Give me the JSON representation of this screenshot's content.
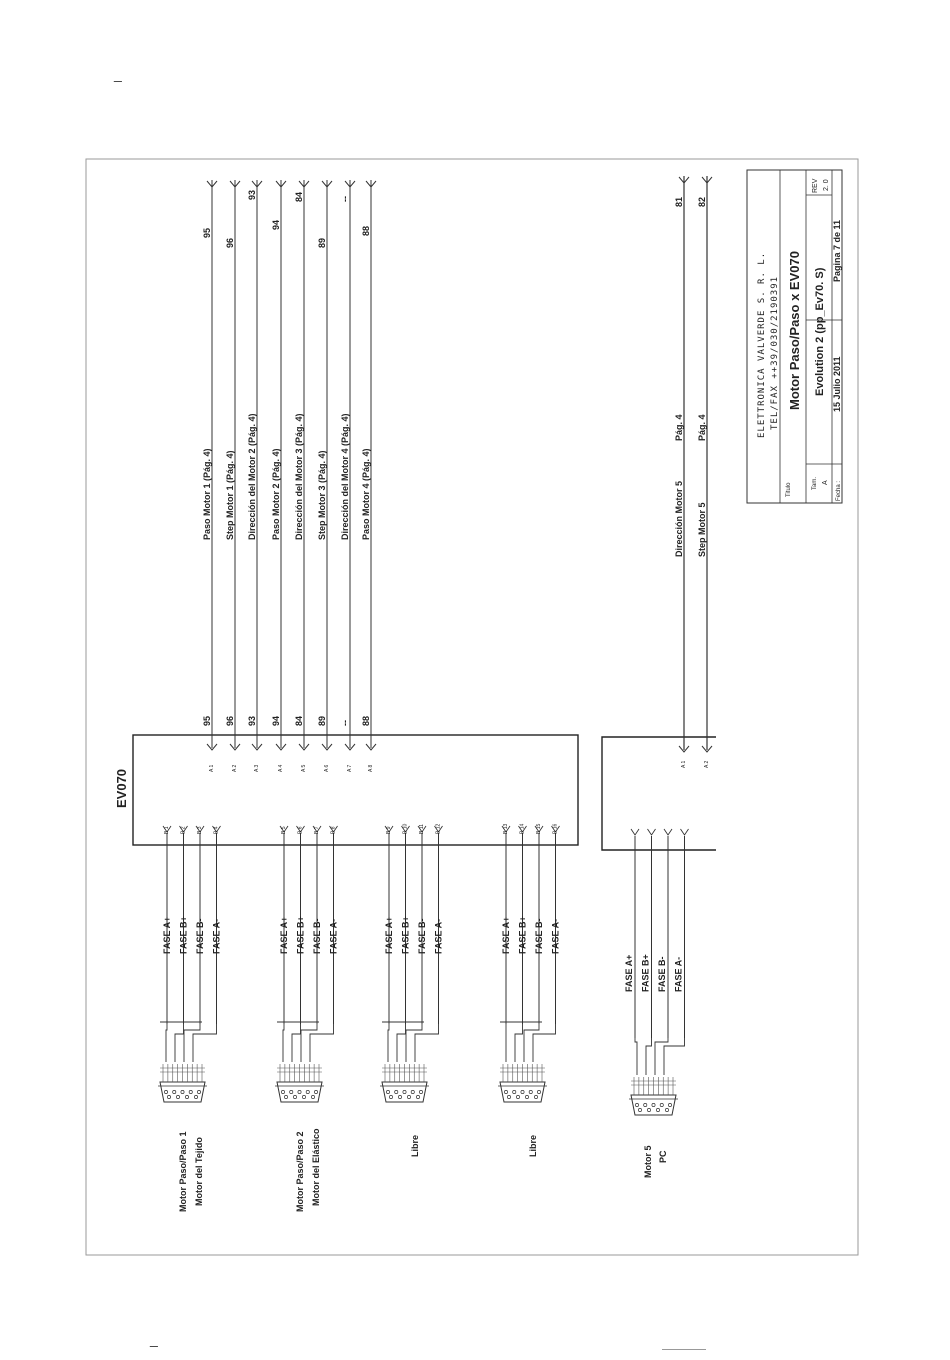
{
  "header_mark": "_",
  "footer_mark": "_",
  "module_main": "EV070",
  "signals": [
    {
      "num": "95",
      "label": "Paso  Motor  1  (Pág. 4)",
      "pin": "A 1"
    },
    {
      "num": "96",
      "label": "Step Motor  1  (Pág. 4)",
      "pin": "A 2"
    },
    {
      "num": "93",
      "label": "Dirección del Motor 2  (Pág. 4)",
      "pin": "A 3"
    },
    {
      "num": "94",
      "label": "Paso  Motor   2  (Pág. 4)",
      "pin": "A 4"
    },
    {
      "num": "84",
      "label": "Dirección del Motor 3  (Pág. 4)",
      "pin": "A 5"
    },
    {
      "num": "89",
      "label": "Step  Motor  3  (Pág. 4)",
      "pin": "A 6"
    },
    {
      "num": "--",
      "label": "Dirección del Motor 4  (Pág. 4)",
      "pin": "A 7"
    },
    {
      "num": "88",
      "label": "Paso  Motor   4  (Pág. 4)",
      "pin": "A 8"
    }
  ],
  "signals_pc": [
    {
      "num": "81",
      "label": "Dirección Motor 5",
      "page": "Pág. 4",
      "pin": "A 1"
    },
    {
      "num": "82",
      "label": "Step Motor 5",
      "page": "Pág. 4",
      "pin": "A 2"
    }
  ],
  "phases": [
    "FASE  A+",
    "FASE  B+",
    "FASE  B-",
    "FASE  A-"
  ],
  "connectors": [
    {
      "line1": "Motor Paso/Paso 1",
      "line2": "Motor del Tejido",
      "pins": [
        "B 1",
        "B 2",
        "B 3",
        "B 4"
      ]
    },
    {
      "line1": "Motor Paso/Paso 2",
      "line2": "Motor del Elástico",
      "pins": [
        "B 5",
        "B 6",
        "B 7",
        "B 8"
      ]
    },
    {
      "line1": "Libre",
      "line2": "",
      "pins": [
        "B 9",
        "B 10",
        "B 11",
        "B 12"
      ]
    },
    {
      "line1": "Libre",
      "line2": "",
      "pins": [
        "B 13",
        "B 14",
        "B 15",
        "B 16"
      ]
    }
  ],
  "connector_pc": {
    "line1": "Motor 5",
    "line2": "PC"
  },
  "title_block": {
    "company": "ELETTRONICA  VALVERDE  S. R. L.",
    "phone": "TEL/FAX ++39/030/2190391",
    "titulo_label": "Titulo",
    "title": "Motor Paso/Paso x EV070",
    "tam_label": "Tam.",
    "tam_value": "A",
    "document": "Evolution 2  (pp_Ev70. S)",
    "rev_label": "REV",
    "rev_value": "2. 0",
    "fecha_label": "Fecha :",
    "date": "15 Julio 2011",
    "page": "Pagina 7 de 11"
  }
}
